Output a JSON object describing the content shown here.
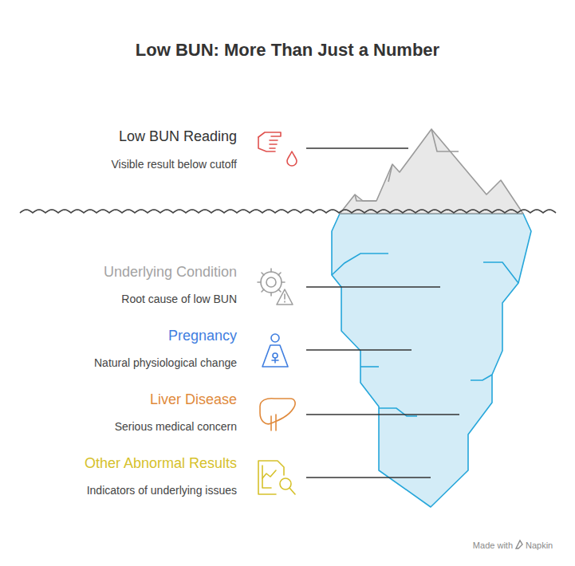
{
  "diagram": {
    "title": "Low BUN: More Than Just a Number",
    "labels": [
      "Low BUN Reading",
      "Visible result below cutoff",
      "Underlying Condition",
      "Root cause of low BUN",
      "Pregnancy",
      "Natural physiological change",
      "Liver Disease",
      "Serious medical concern",
      "Other Abnormal Results",
      "Indicators of underlying issues",
      "Made with",
      "Napkin"
    ]
  }
}
